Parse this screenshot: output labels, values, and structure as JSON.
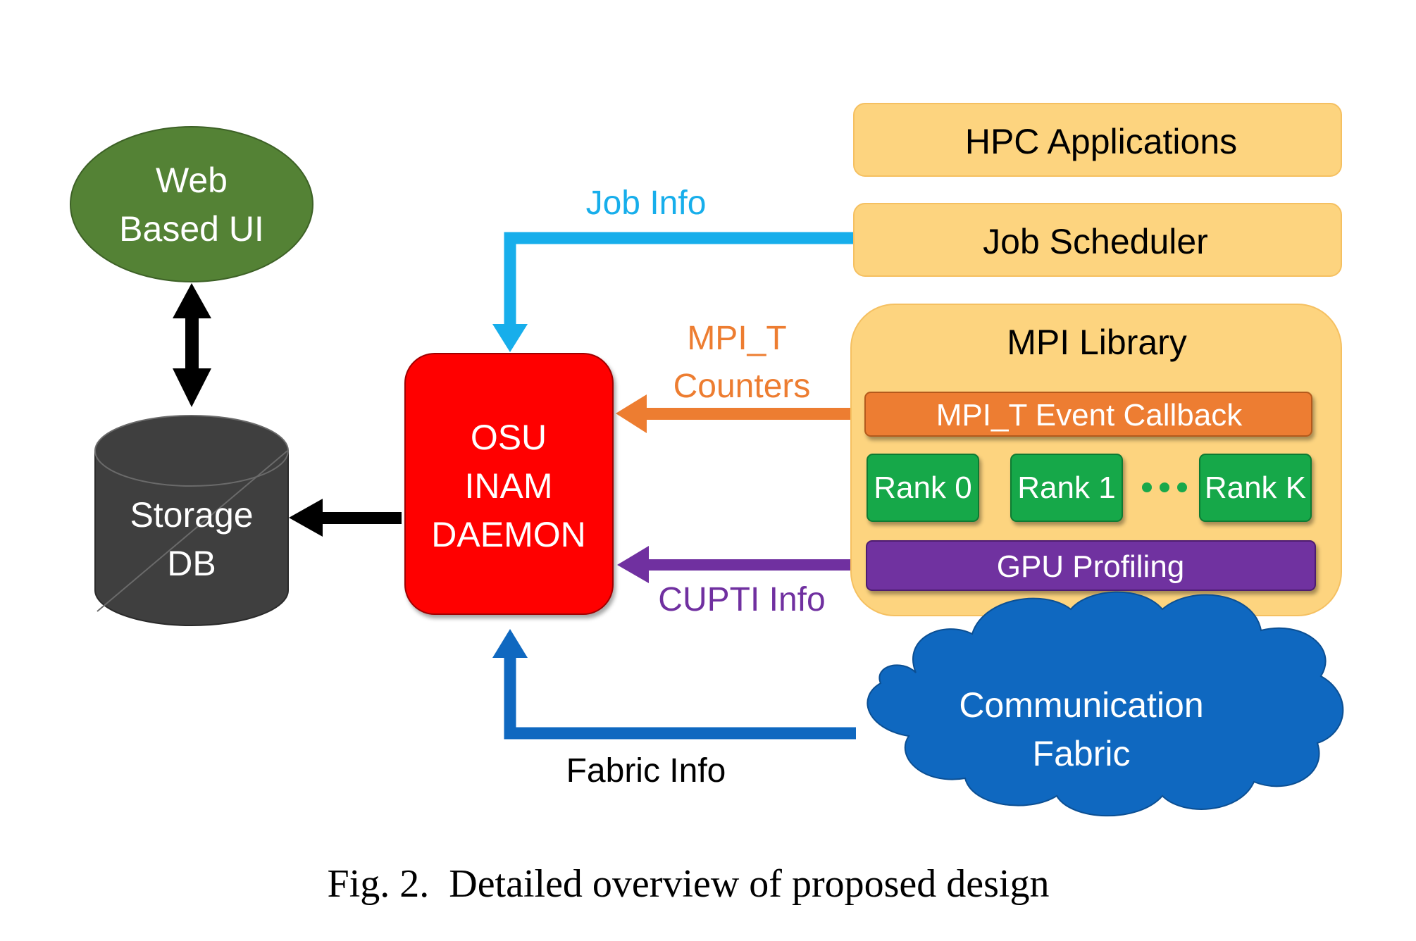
{
  "nodes": {
    "web_ui": [
      "Web",
      "Based UI"
    ],
    "storage_db": [
      "Storage",
      "DB"
    ],
    "daemon": [
      "OSU",
      "INAM",
      "DAEMON"
    ],
    "hpc_apps": "HPC Applications",
    "job_scheduler": "Job Scheduler",
    "mpi_library": "MPI Library",
    "event_callback": "MPI_T Event Callback",
    "ranks": [
      "Rank 0",
      "Rank 1",
      "Rank K"
    ],
    "gpu_profiling": "GPU Profiling",
    "fabric": [
      "Communication",
      "Fabric"
    ]
  },
  "edges": {
    "job_info": "Job Info",
    "mpi_t_counters": [
      "MPI_T",
      "Counters"
    ],
    "cupti_info": "CUPTI Info",
    "fabric_info": "Fabric Info"
  },
  "caption": "Fig. 2.  Detailed overview of proposed design",
  "colors": {
    "web_ui": "#548235",
    "storage_db": "#3f3f3f",
    "daemon": "#ff0000",
    "yellow_box": "#fdd47f",
    "event_callback": "#ed7d31",
    "rank": "#19a84a",
    "gpu_profiling": "#7030a0",
    "fabric": "#0f68c0",
    "job_info": "#17aeeb",
    "mpi_t_counters": "#ed7d31",
    "cupti_info": "#7030a0",
    "fabric_info_arrow": "#0f68c0",
    "fabric_info_text": "#000000"
  }
}
